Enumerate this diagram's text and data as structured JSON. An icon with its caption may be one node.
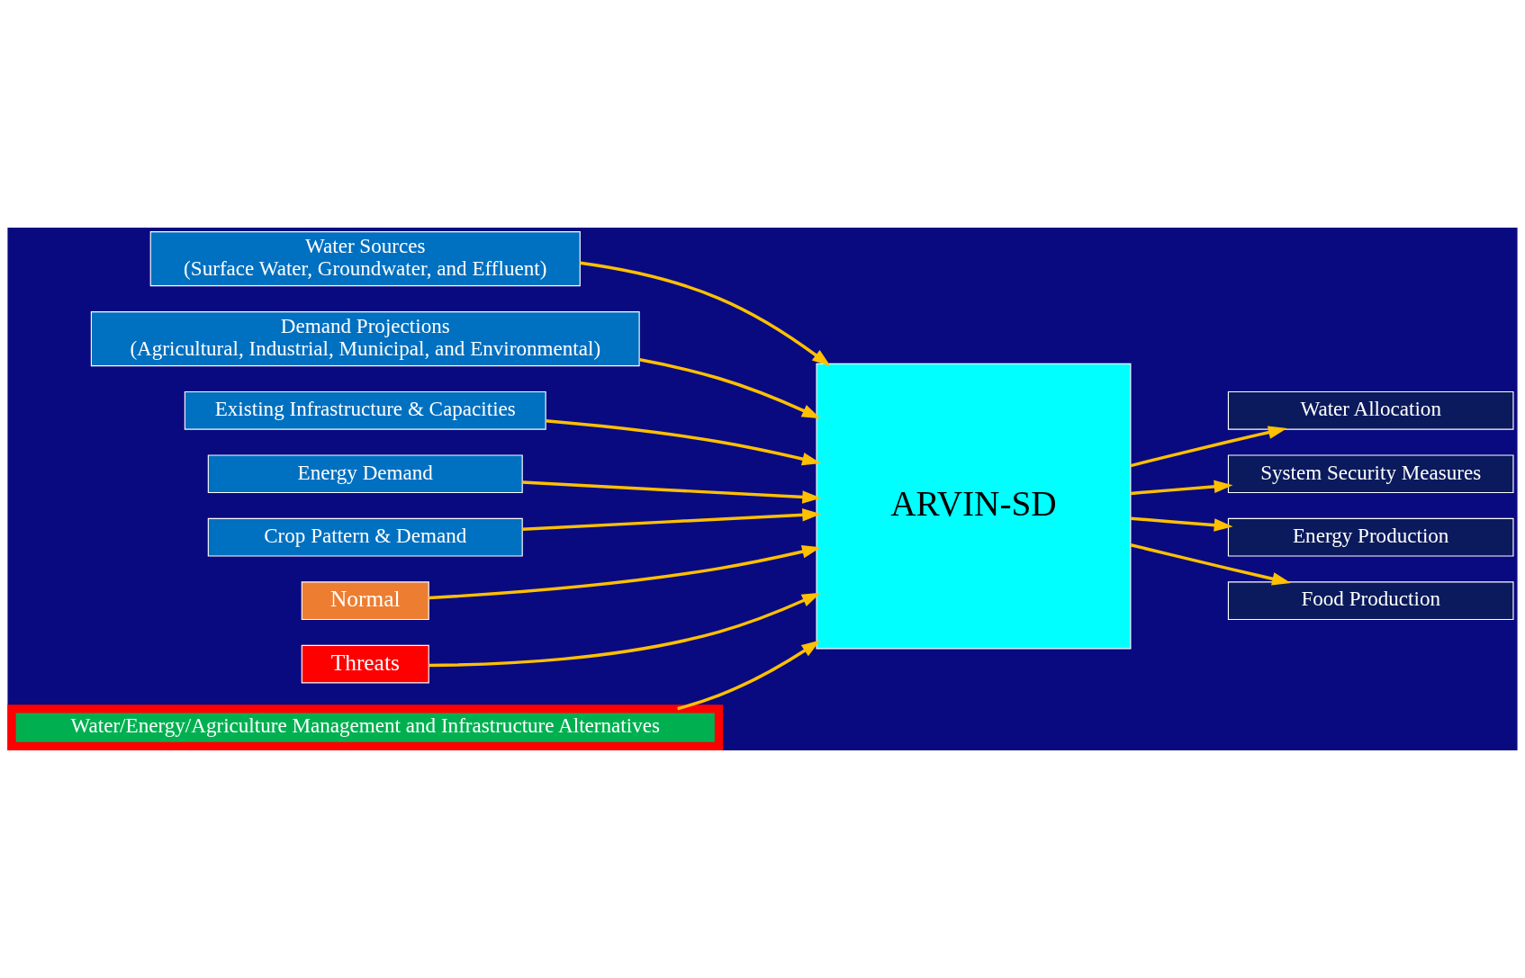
{
  "diagram": {
    "nodes": [
      {
        "text": [
          "Water Sources",
          "(Surface Water, Groundwater, and Effluent)"
        ]
      },
      {
        "text": [
          "Demand Projections",
          "(Agricultural, Industrial, Municipal, and Environmental)"
        ]
      },
      {
        "text": [
          "Existing Infrastructure & Capacities"
        ]
      },
      {
        "text": [
          "Energy Demand"
        ]
      },
      {
        "text": [
          "Crop Pattern & Demand"
        ]
      },
      {
        "text": [
          "Normal"
        ]
      },
      {
        "text": [
          "Threats"
        ]
      },
      {
        "text": [
          "ARVIN-SD"
        ]
      },
      {
        "text": [
          "Water Allocation"
        ]
      },
      {
        "text": [
          "System Security Measures"
        ]
      },
      {
        "text": [
          "Energy Production"
        ]
      },
      {
        "text": [
          "Food Production"
        ]
      },
      {
        "text": [
          "Water/Energy/Agriculture Management and Infrastructure Alternatives"
        ]
      }
    ],
    "edges": [
      {
        "from": 0,
        "to": 7,
        "arrow": "to"
      },
      {
        "from": 1,
        "to": 7,
        "arrow": "to"
      },
      {
        "from": 2,
        "to": 7,
        "arrow": "to"
      },
      {
        "from": 3,
        "to": 7,
        "arrow": "to"
      },
      {
        "from": 4,
        "to": 7,
        "arrow": "to"
      },
      {
        "from": 5,
        "to": 7,
        "arrow": "to"
      },
      {
        "from": 6,
        "to": 7,
        "arrow": "to"
      },
      {
        "from": 7,
        "to": 8,
        "arrow": "to"
      },
      {
        "from": 7,
        "to": 9,
        "arrow": "to"
      },
      {
        "from": 7,
        "to": 10,
        "arrow": "to"
      },
      {
        "from": 7,
        "to": 11,
        "arrow": "to"
      },
      {
        "from": 12,
        "to": 7,
        "arrow": "to"
      }
    ]
  }
}
